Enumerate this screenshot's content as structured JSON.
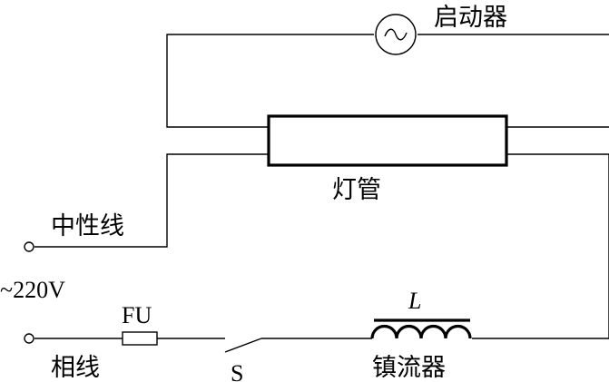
{
  "labels": {
    "starter": "启动器",
    "tube": "灯管",
    "neutral": "中性线",
    "voltage": "~220V",
    "fuse": "FU",
    "phase": "相线",
    "switch": "S",
    "inductor": "L",
    "ballast": "镇流器"
  },
  "icons": {
    "starter_symbol": "ac-tilde-circle-icon"
  }
}
